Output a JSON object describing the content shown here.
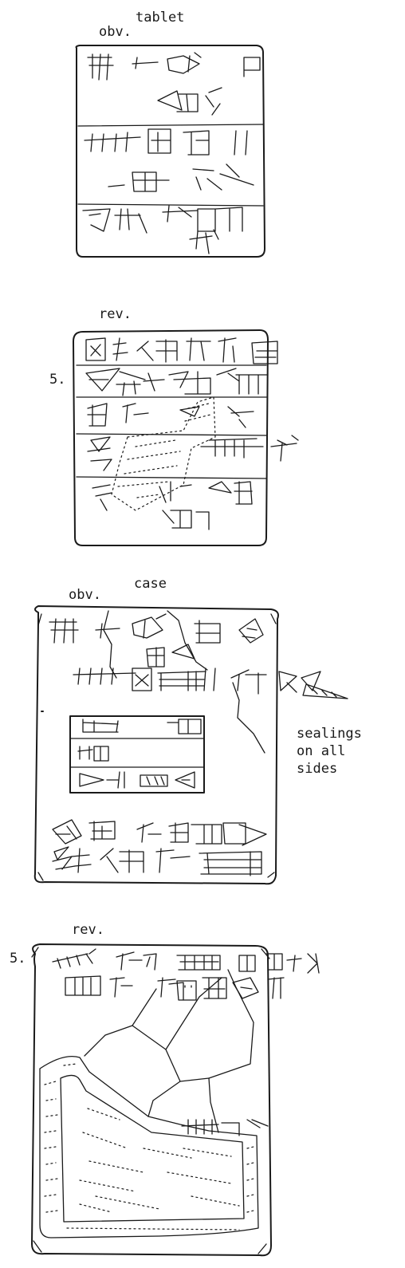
{
  "tablet": {
    "title": "tablet",
    "obverse_label": "obv.",
    "reverse_label": "rev.",
    "reverse_line_number": "5."
  },
  "case": {
    "title": "case",
    "obverse_label": "obv.",
    "reverse_label": "rev.",
    "reverse_line_number": "5.",
    "note": [
      "sealings",
      "on all",
      "sides"
    ]
  }
}
